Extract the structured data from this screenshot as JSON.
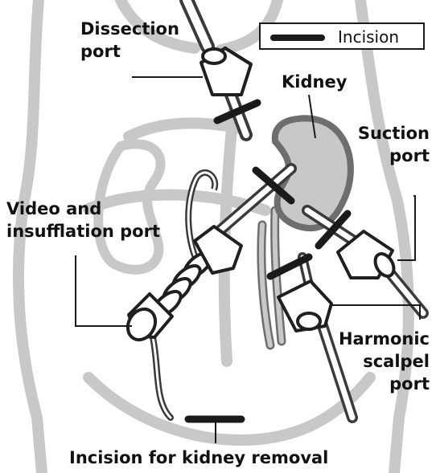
{
  "labels": {
    "dissection_port": [
      "Dissection",
      "port"
    ],
    "kidney": "Kidney",
    "suction_port": [
      "Suction",
      "port"
    ],
    "video_port": [
      "Video and",
      "insufflation port"
    ],
    "harmonic_port": [
      "Harmonic",
      "scalpel",
      "port"
    ],
    "kidney_removal": "Incision for kidney removal"
  },
  "legend": {
    "label": "Incision"
  },
  "colors": {
    "body_outline": "#c8c8c8",
    "kidney_fill": "#c8c8c8",
    "kidney_outline": "#6e6e6e",
    "instrument": "#3a3a3a",
    "incision": "#1a1a1a"
  }
}
